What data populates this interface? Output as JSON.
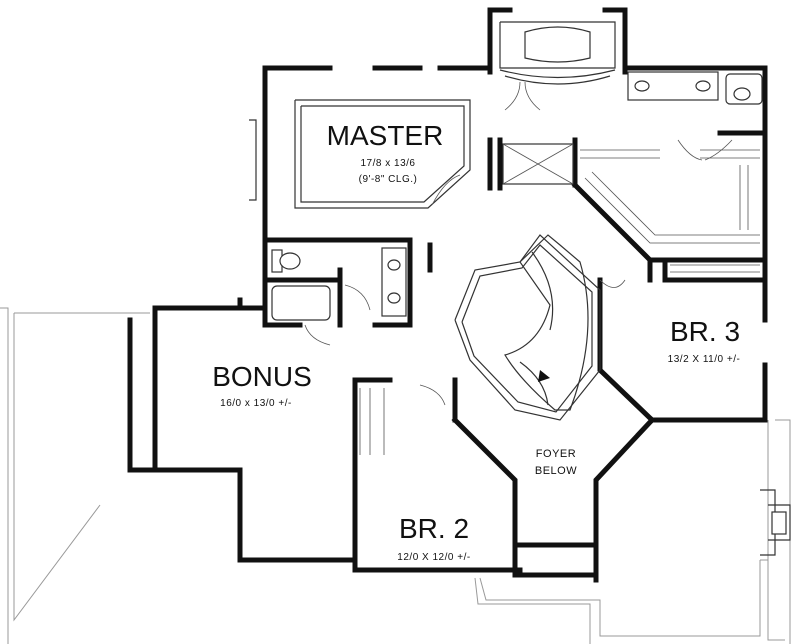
{
  "rooms": {
    "master": {
      "name": "MASTER",
      "size": "17/8 x 13/6",
      "ceiling": "(9'-8\" CLG.)"
    },
    "bonus": {
      "name": "BONUS",
      "size": "16/0 x 13/0 +/-"
    },
    "br3": {
      "name": "BR. 3",
      "size": "13/2 X 11/0 +/-"
    },
    "br2": {
      "name": "BR. 2",
      "size": "12/0 X 12/0 +/-"
    }
  },
  "foyer": {
    "line1": "FOYER",
    "line2": "BELOW"
  }
}
